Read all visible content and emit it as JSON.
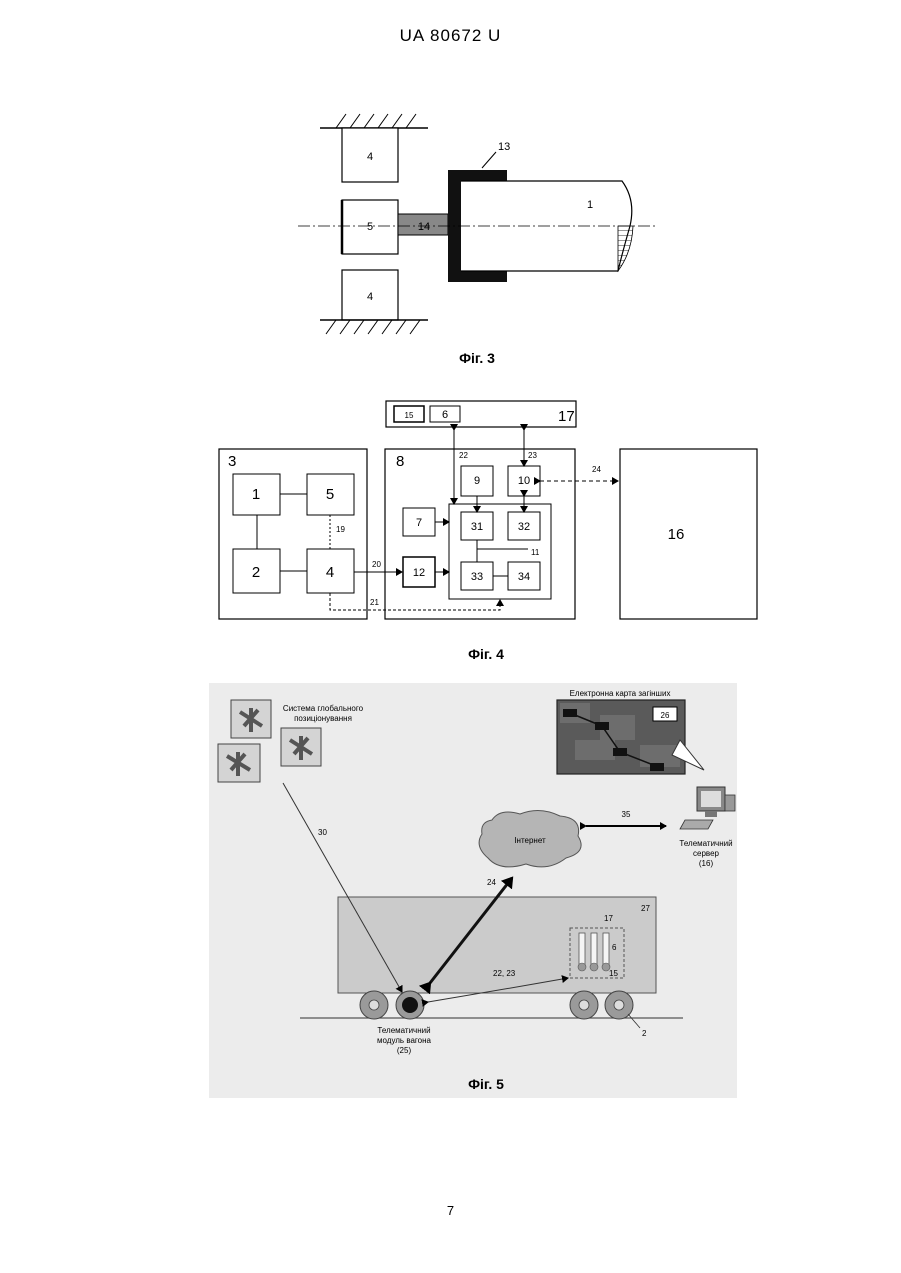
{
  "header": "UA   80672   U",
  "page_number": "7",
  "fig3": {
    "caption": "Фіг. 3",
    "labels": {
      "top_block": "4",
      "mid_block": "5",
      "bottom_block": "4",
      "shaft": "14",
      "body": "1",
      "clamp": "13"
    }
  },
  "fig4": {
    "caption": "Фіг. 4",
    "top_box": {
      "label": "17",
      "cells": [
        "15",
        "6"
      ]
    },
    "left_box": {
      "label": "3",
      "cells": [
        "1",
        "5",
        "2",
        "4"
      ],
      "link": "19"
    },
    "mid_box": {
      "label": "8",
      "cells": [
        "9",
        "10",
        "7",
        "31",
        "32",
        "12",
        "33",
        "34"
      ],
      "inner_label": "11"
    },
    "right_box": {
      "label": "16"
    },
    "links": [
      "20",
      "21",
      "22",
      "23",
      "24"
    ]
  },
  "fig5": {
    "caption": "Фіг. 5",
    "gps_label_line1": "Система глобального",
    "gps_label_line2": "позиціонування",
    "map_title": "Електронна карта загінших",
    "map_badge": "26",
    "internet_label": "Інтернет",
    "link_internet_server": "35",
    "server_line1": "Телематичний",
    "server_line2": "сервер",
    "server_line3": "(16)",
    "link_gps": "30",
    "link_internet_module": "24",
    "link_module_sensors": "22, 23",
    "wagon_label": "27",
    "sensor_group_label": "17",
    "sensor_label": "6",
    "sensor_base_label": "15",
    "wheel_label": "2",
    "module_line1": "Телематичний",
    "module_line2": "модуль вагона",
    "module_line3": "(25)"
  }
}
